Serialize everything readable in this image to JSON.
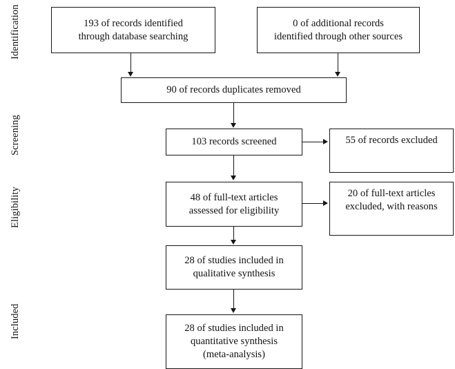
{
  "diagram": {
    "type": "prisma-flow-diagram",
    "phases": [
      {
        "id": "identification",
        "label": "Identification"
      },
      {
        "id": "screening",
        "label": "Screening"
      },
      {
        "id": "eligibility",
        "label": "Eligibility"
      },
      {
        "id": "included",
        "label": "Included"
      }
    ],
    "nodes": [
      {
        "id": "records-identified",
        "text": "193 of records identified\nthrough database searching",
        "count": 193,
        "align": "center"
      },
      {
        "id": "additional-records",
        "text": "0 of additional records\nidentified through other sources",
        "count": 0,
        "align": "center"
      },
      {
        "id": "duplicates-removed",
        "text": "90 of records duplicates removed",
        "count": 90,
        "align": "center"
      },
      {
        "id": "records-screened",
        "text": "103 records screened",
        "count": 103,
        "align": "center"
      },
      {
        "id": "records-excluded",
        "text": "55 of records excluded",
        "count": 55,
        "align": "top"
      },
      {
        "id": "fulltext-assessed",
        "text": "48 of full-text articles\nassessed for eligibility",
        "count": 48,
        "align": "center"
      },
      {
        "id": "fulltext-excluded",
        "text": "20 of full-text articles\nexcluded, with reasons",
        "count": 20,
        "align": "top"
      },
      {
        "id": "qualitative-synthesis",
        "text": "28 of studies included in\nqualitative synthesis",
        "count": 28,
        "align": "center"
      },
      {
        "id": "quantitative-synthesis",
        "text": "28 of studies included in\nquantitative synthesis\n(meta-analysis)",
        "count": 28,
        "align": "center"
      }
    ],
    "edges": [
      {
        "from": "records-identified",
        "to": "duplicates-removed",
        "direction": "down"
      },
      {
        "from": "additional-records",
        "to": "duplicates-removed",
        "direction": "down"
      },
      {
        "from": "duplicates-removed",
        "to": "records-screened",
        "direction": "down"
      },
      {
        "from": "records-screened",
        "to": "records-excluded",
        "direction": "right"
      },
      {
        "from": "records-screened",
        "to": "fulltext-assessed",
        "direction": "down"
      },
      {
        "from": "fulltext-assessed",
        "to": "fulltext-excluded",
        "direction": "right"
      },
      {
        "from": "fulltext-assessed",
        "to": "qualitative-synthesis",
        "direction": "down"
      },
      {
        "from": "qualitative-synthesis",
        "to": "quantitative-synthesis",
        "direction": "down"
      }
    ],
    "colors": {
      "stroke": "#151515",
      "fill": "#ffffff",
      "text": "#121212"
    }
  }
}
